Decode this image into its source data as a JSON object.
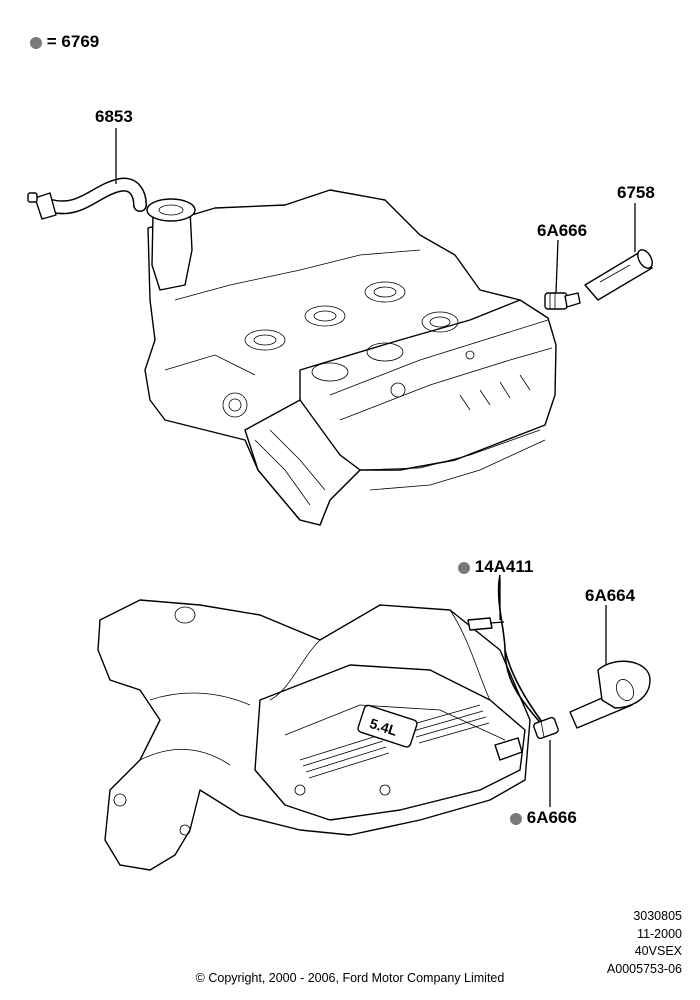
{
  "legend": {
    "equals_sign": "=",
    "part": "6769"
  },
  "top_assembly": {
    "parts": [
      {
        "id": "6853",
        "has_dot": false
      },
      {
        "id": "6A666",
        "has_dot": false
      },
      {
        "id": "6758",
        "has_dot": false
      }
    ]
  },
  "bottom_assembly": {
    "parts": [
      {
        "id": "14A411",
        "has_dot": true
      },
      {
        "id": "6A664",
        "has_dot": false
      },
      {
        "id": "6A666",
        "has_dot": true
      }
    ]
  },
  "manifold_branding": "5.4L",
  "meta": [
    "3030805",
    "11-2000",
    "40VSEX",
    "A0005753-06"
  ],
  "copyright": "© Copyright, 2000 - 2006, Ford Motor Company Limited",
  "colors": {
    "dot": "#7a7a7a",
    "line": "#000000",
    "background": "#ffffff"
  }
}
